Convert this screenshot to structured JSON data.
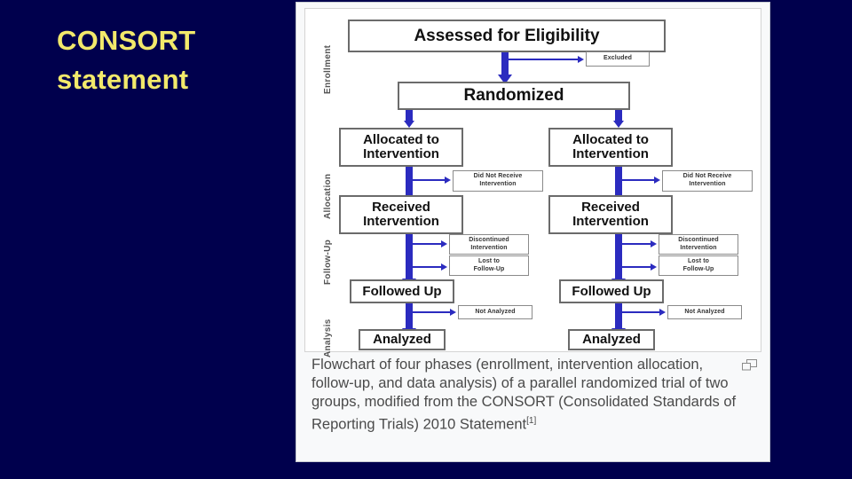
{
  "slide": {
    "background_color": "#00004d",
    "title": {
      "line1": "CONSORT",
      "line2": "statement",
      "color": "#f2e96b"
    }
  },
  "figure": {
    "accent_color": "#2b2bbf",
    "box_border_color": "#6b6b6b",
    "panel_background": "#f8f9fa",
    "phase_labels": [
      {
        "name": "enrollment",
        "label": "Enrollment"
      },
      {
        "name": "allocation",
        "label": "Allocation"
      },
      {
        "name": "follow-up",
        "label": "Follow-Up"
      },
      {
        "name": "analysis",
        "label": "Analysis"
      }
    ],
    "enrollment": {
      "assessed": "Assessed for Eligibility",
      "excluded": "Excluded",
      "randomized": "Randomized"
    },
    "arms": [
      {
        "side": "left",
        "allocated": "Allocated to\nIntervention",
        "allocated_l1": "Allocated to",
        "allocated_l2": "Intervention",
        "did_not_receive_l1": "Did Not Receive",
        "did_not_receive_l2": "Intervention",
        "received_l1": "Received",
        "received_l2": "Intervention",
        "discontinued_l1": "Discontinued",
        "discontinued_l2": "Intervention",
        "lost_l1": "Lost to",
        "lost_l2": "Follow-Up",
        "followed_up": "Followed Up",
        "not_analyzed": "Not Analyzed",
        "analyzed": "Analyzed"
      },
      {
        "side": "right",
        "allocated_l1": "Allocated to",
        "allocated_l2": "Intervention",
        "did_not_receive_l1": "Did Not Receive",
        "did_not_receive_l2": "Intervention",
        "received_l1": "Received",
        "received_l2": "Intervention",
        "discontinued_l1": "Discontinued",
        "discontinued_l2": "Intervention",
        "lost_l1": "Lost to",
        "lost_l2": "Follow-Up",
        "followed_up": "Followed Up",
        "not_analyzed": "Not Analyzed",
        "analyzed": "Analyzed"
      }
    ],
    "caption": {
      "text": "Flowchart of four phases (enrollment, intervention allocation, follow-up, and data analysis) of a parallel randomized trial of two groups, modified from the CONSORT (Consolidated Standards of Reporting Trials) 2010 Statement",
      "reference": "[1]"
    }
  }
}
